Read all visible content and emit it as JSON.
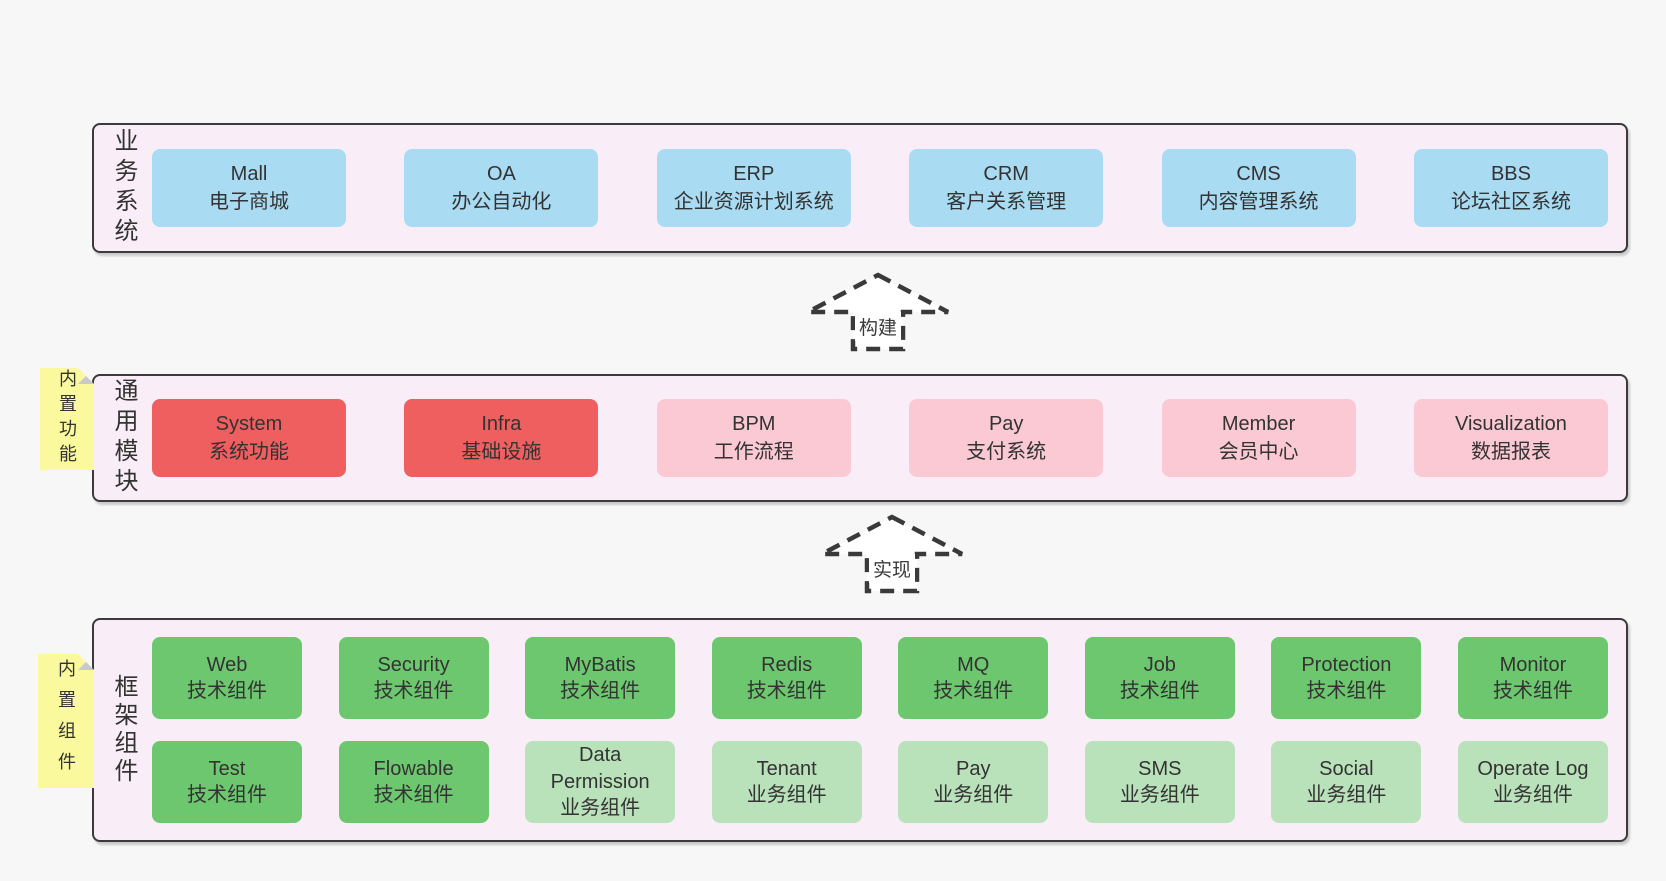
{
  "colors": {
    "page_bg": "#f7f7f7",
    "container_bg": "#f9eef7",
    "container_border": "#3b3b3b",
    "box_blue": "#a9dbf2",
    "box_red": "#ef5f5f",
    "box_pink": "#fbc9d4",
    "box_green_dark": "#6dc76f",
    "box_green_light": "#b9e2bb",
    "sticky_yellow": "#fbf99e",
    "fold_gray": "#c9c9c9",
    "text": "#333333",
    "arrow_dash": "#3a3a3a"
  },
  "arrows": [
    {
      "label": "构建"
    },
    {
      "label": "实现"
    }
  ],
  "sections": {
    "business": {
      "side_label": "业务系统",
      "items": [
        {
          "name": "Mall",
          "desc": "电子商城"
        },
        {
          "name": "OA",
          "desc": "办公自动化"
        },
        {
          "name": "ERP",
          "desc": "企业资源计划系统"
        },
        {
          "name": "CRM",
          "desc": "客户关系管理"
        },
        {
          "name": "CMS",
          "desc": "内容管理系统"
        },
        {
          "name": "BBS",
          "desc": "论坛社区系统"
        }
      ]
    },
    "modules": {
      "sticky_label": "内置功能",
      "side_label": "通用模块",
      "items": [
        {
          "name": "System",
          "desc": "系统功能"
        },
        {
          "name": "Infra",
          "desc": "基础设施"
        },
        {
          "name": "BPM",
          "desc": "工作流程"
        },
        {
          "name": "Pay",
          "desc": "支付系统"
        },
        {
          "name": "Member",
          "desc": "会员中心"
        },
        {
          "name": "Visualization",
          "desc": "数据报表"
        }
      ]
    },
    "components": {
      "sticky_label": "内置组件",
      "side_label": "框架组件",
      "row1": [
        {
          "name": "Web",
          "desc": "技术组件"
        },
        {
          "name": "Security",
          "desc": "技术组件"
        },
        {
          "name": "MyBatis",
          "desc": "技术组件"
        },
        {
          "name": "Redis",
          "desc": "技术组件"
        },
        {
          "name": "MQ",
          "desc": "技术组件"
        },
        {
          "name": "Job",
          "desc": "技术组件"
        },
        {
          "name": "Protection",
          "desc": "技术组件"
        },
        {
          "name": "Monitor",
          "desc": "技术组件"
        }
      ],
      "row2": [
        {
          "name": "Test",
          "desc": "技术组件"
        },
        {
          "name": "Flowable",
          "desc": "技术组件"
        },
        {
          "name": "Data Permission",
          "desc": "业务组件"
        },
        {
          "name": "Tenant",
          "desc": "业务组件"
        },
        {
          "name": "Pay",
          "desc": "业务组件"
        },
        {
          "name": "SMS",
          "desc": "业务组件"
        },
        {
          "name": "Social",
          "desc": "业务组件"
        },
        {
          "name": "Operate Log",
          "desc": "业务组件"
        }
      ]
    }
  }
}
